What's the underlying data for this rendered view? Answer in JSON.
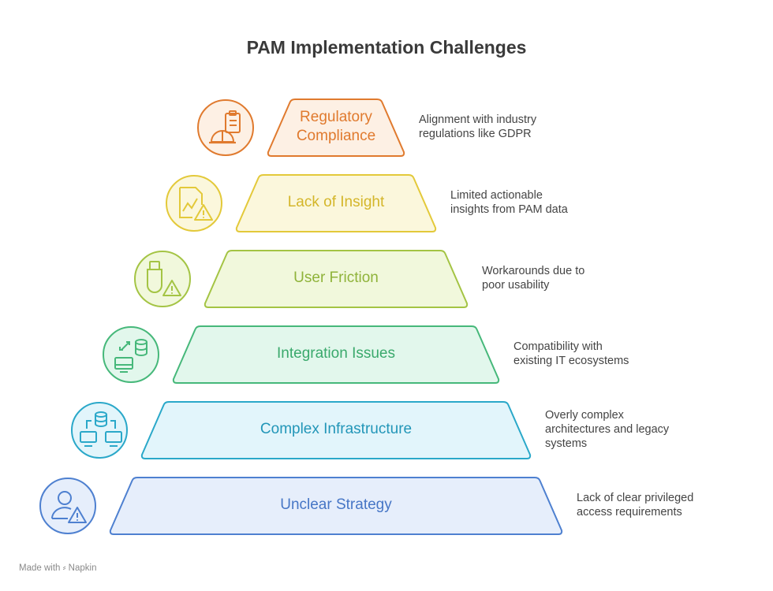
{
  "title": "PAM Implementation Challenges",
  "tiers": [
    {
      "label_lines": [
        "Regulatory",
        "Compliance"
      ],
      "desc_lines": [
        "Alignment with industry",
        "regulations like GDPR"
      ],
      "icon": "compliance-hardhat-clipboard-icon",
      "stroke": "#e07a2e",
      "fill": "#fdf0e4",
      "text": "#e07a2e"
    },
    {
      "label_lines": [
        "Lack of Insight"
      ],
      "desc_lines": [
        "Limited actionable",
        "insights from PAM data"
      ],
      "icon": "chart-warning-icon",
      "stroke": "#e3c93a",
      "fill": "#fbf7dc",
      "text": "#d4b62a"
    },
    {
      "label_lines": [
        "User Friction"
      ],
      "desc_lines": [
        "Workarounds due to",
        "poor usability"
      ],
      "icon": "usb-warning-icon",
      "stroke": "#a4c444",
      "fill": "#f1f8dc",
      "text": "#8fb33a"
    },
    {
      "label_lines": [
        "Integration Issues"
      ],
      "desc_lines": [
        "Compatibility with",
        "existing IT ecosystems"
      ],
      "icon": "database-sync-icon",
      "stroke": "#46b87a",
      "fill": "#e2f7ec",
      "text": "#3aa96c"
    },
    {
      "label_lines": [
        "Complex Infrastructure"
      ],
      "desc_lines": [
        "Overly complex",
        "architectures and legacy",
        "systems"
      ],
      "icon": "network-database-icon",
      "stroke": "#2aa8c9",
      "fill": "#e2f5fb",
      "text": "#2296b8"
    },
    {
      "label_lines": [
        "Unclear Strategy"
      ],
      "desc_lines": [
        "Lack of clear privileged",
        "access requirements"
      ],
      "icon": "user-warning-icon",
      "stroke": "#4e80d0",
      "fill": "#e6eefb",
      "text": "#4676c6"
    }
  ],
  "footer": {
    "made_with": "Made with",
    "brand": "Napkin",
    "icon": "napkin-logo-icon"
  }
}
